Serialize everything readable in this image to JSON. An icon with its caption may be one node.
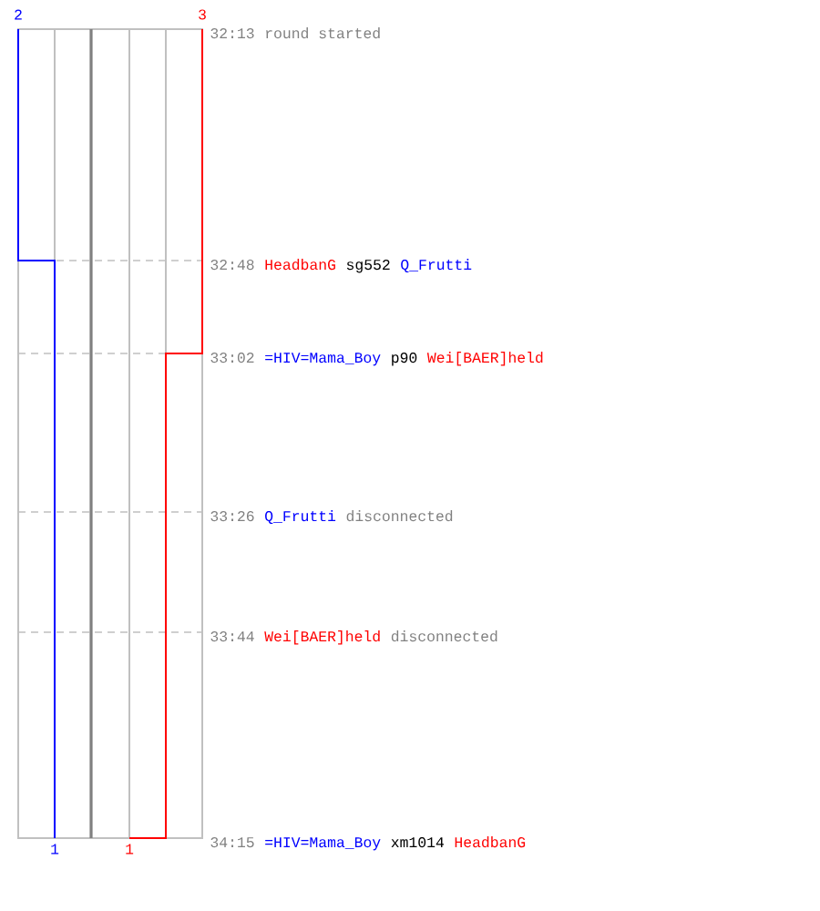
{
  "diagram": {
    "labels": [
      "2",
      "3",
      "32:13",
      "round started",
      "32:48",
      "HeadbanG",
      "sg552",
      "Q_Frutti",
      "33:02",
      "=HIV=Mama_Boy",
      "p90",
      "Wei[BAER]held",
      "33:26",
      "Q_Frutti",
      "disconnected",
      "33:44",
      "Wei[BAER]held",
      "disconnected",
      "34:15",
      "=HIV=Mama_Boy",
      "xm1014",
      "HeadbanG",
      "1",
      "1"
    ]
  }
}
